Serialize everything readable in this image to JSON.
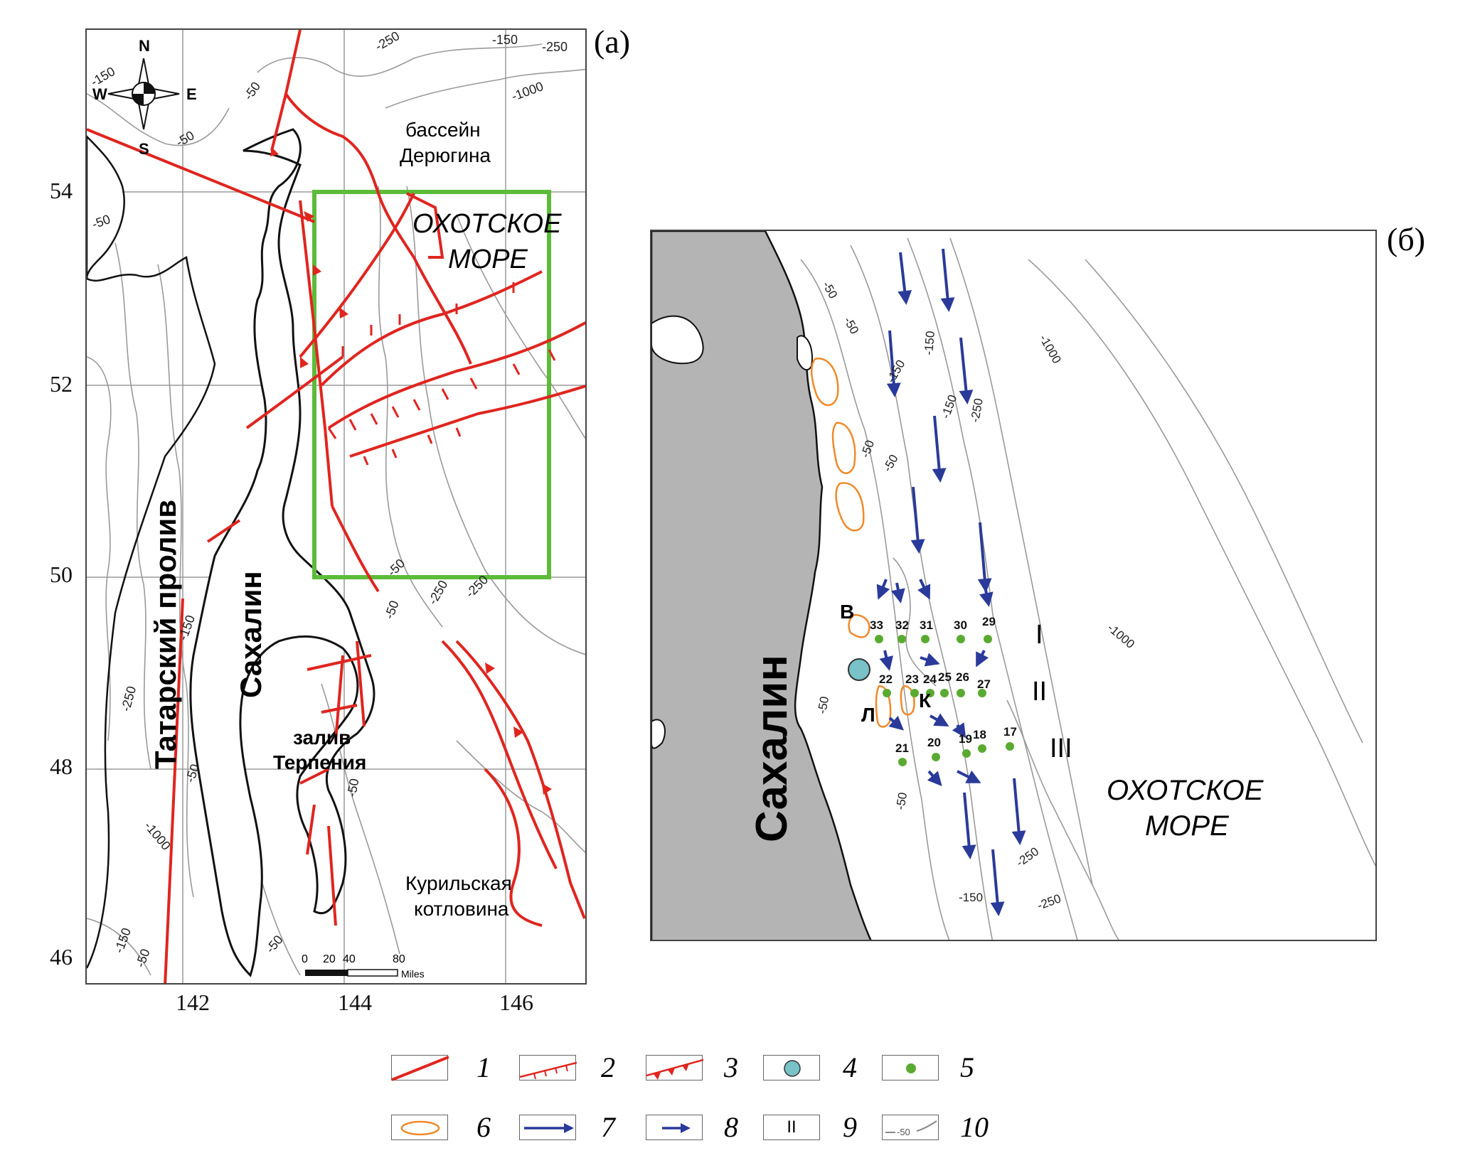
{
  "panel_a": {
    "tag": "(a)",
    "lat_ticks": [
      "54",
      "52",
      "50",
      "48",
      "46"
    ],
    "lon_ticks": [
      "142",
      "144",
      "146"
    ],
    "compass": {
      "n": "N",
      "s": "S",
      "w": "W",
      "e": "E"
    },
    "labels": {
      "deryugin": "бассейн",
      "deryugin2": "Дерюгина",
      "okhotsk1": "ОХОТСКОЕ",
      "okhotsk2": "МОРЕ",
      "tatar": "Татарский пролив",
      "sakhalin": "Сахалин",
      "terpeniya1": "залив",
      "terpeniya2": "Терпения",
      "kuril1": "Курильская",
      "kuril2": "котловина"
    },
    "depths": [
      "-250",
      "-150",
      "-250",
      "-150",
      "-50",
      "-1000",
      "-50",
      "-50",
      "-50",
      "-250",
      "-250",
      "-50",
      "-150",
      "-250",
      "-50",
      "-50",
      "-1000",
      "-150",
      "-50",
      "-50"
    ],
    "scale": {
      "ticks": [
        "0",
        "20",
        "40",
        "80"
      ],
      "unit": "Miles"
    },
    "colors": {
      "fault": "#e0251f",
      "box": "#5dbb3a",
      "isobath": "#9a9a9a",
      "coast": "#111111"
    }
  },
  "panel_b": {
    "tag": "(б)",
    "labels": {
      "sakhalin": "Сахалин",
      "okhotsk1": "ОХОТСКОЕ",
      "okhotsk2": "МОРЕ",
      "v": "В",
      "l": "Л",
      "k": "К",
      "line1": "I",
      "line2": "II",
      "line3": "III"
    },
    "stations": [
      "33",
      "32",
      "31",
      "30",
      "29",
      "22",
      "23",
      "24",
      "25",
      "26",
      "27",
      "21",
      "20",
      "19",
      "18",
      "17"
    ],
    "depths": [
      "-50",
      "-50",
      "-150",
      "-150",
      "-250",
      "-1000",
      "-50",
      "-50",
      "-150",
      "-1000",
      "-50",
      "-50",
      "-250",
      "-150",
      "-250"
    ],
    "colors": {
      "land": "#b4b4b4",
      "arrow": "#2a3a9a",
      "station": "#5aaa32",
      "seep_site": "#78c2c8",
      "field": "#f08a2a"
    }
  },
  "legend": {
    "items": [
      "1",
      "2",
      "3",
      "4",
      "5",
      "6",
      "7",
      "8",
      "9",
      "10"
    ],
    "roman_sample": "II",
    "isobath_sample": "-50"
  }
}
